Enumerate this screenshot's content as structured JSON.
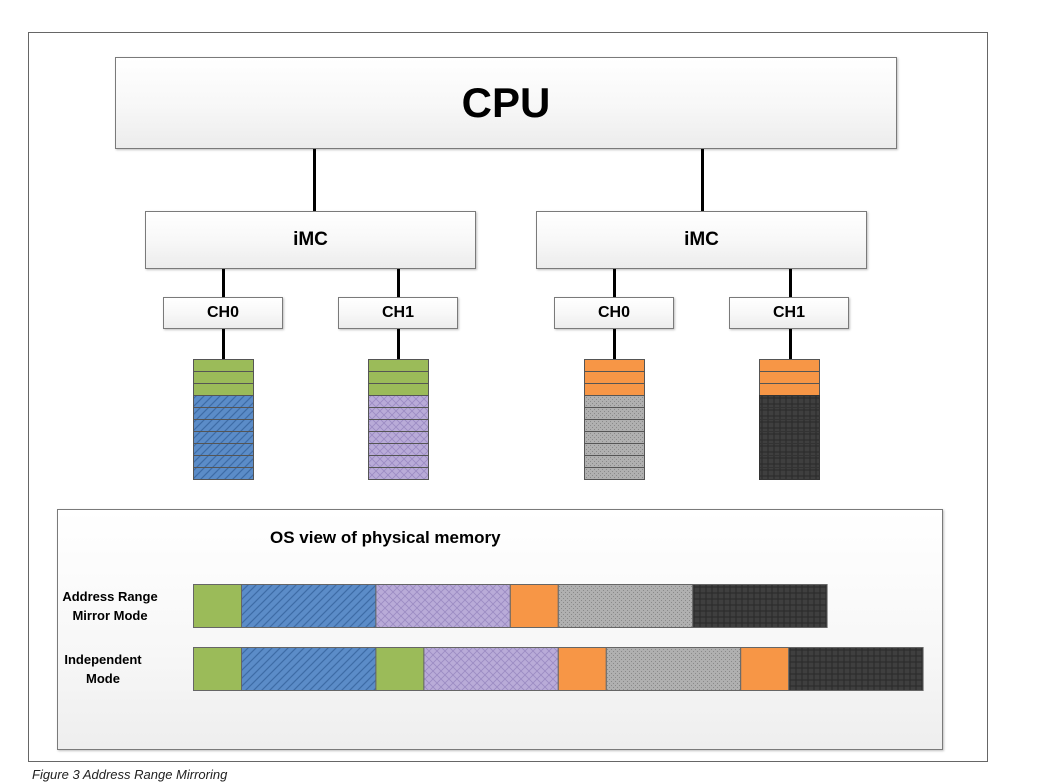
{
  "cpu": {
    "label": "CPU"
  },
  "controllers": [
    {
      "label": "iMC",
      "channels": [
        {
          "label": "CH0",
          "stack": {
            "top_color": "#9bbb59",
            "top_slots": 3,
            "bottom": "blue",
            "bottom_slots": 7
          }
        },
        {
          "label": "CH1",
          "stack": {
            "top_color": "#9bbb59",
            "top_slots": 3,
            "bottom": "purple",
            "bottom_slots": 7
          }
        }
      ]
    },
    {
      "label": "iMC",
      "channels": [
        {
          "label": "CH0",
          "stack": {
            "top_color": "#f79646",
            "top_slots": 3,
            "bottom": "gray",
            "bottom_slots": 7
          }
        },
        {
          "label": "CH1",
          "stack": {
            "top_color": "#f79646",
            "top_slots": 3,
            "bottom": "dark",
            "bottom_slots": 7
          }
        }
      ]
    }
  ],
  "os_view": {
    "title": "OS view of physical memory",
    "rows": [
      {
        "label_line1": "Address Range",
        "label_line2": "Mirror Mode",
        "segments": [
          {
            "fill": "green",
            "units": 1
          },
          {
            "fill": "blue",
            "units": 2.8
          },
          {
            "fill": "purple",
            "units": 2.8
          },
          {
            "fill": "orange",
            "units": 1
          },
          {
            "fill": "gray",
            "units": 2.8
          },
          {
            "fill": "dark",
            "units": 2.8
          }
        ]
      },
      {
        "label_line1": "Independent",
        "label_line2": "Mode",
        "segments": [
          {
            "fill": "green",
            "units": 1
          },
          {
            "fill": "blue",
            "units": 2.8
          },
          {
            "fill": "green",
            "units": 1
          },
          {
            "fill": "purple",
            "units": 2.8
          },
          {
            "fill": "orange",
            "units": 1
          },
          {
            "fill": "gray",
            "units": 2.8
          },
          {
            "fill": "orange",
            "units": 1
          },
          {
            "fill": "dark",
            "units": 2.8
          }
        ]
      }
    ]
  },
  "palette": {
    "green": "#9bbb59",
    "orange": "#f79646",
    "blue": "#4f81bd",
    "purple": "#b4a7d6",
    "gray": "#a6a6a6",
    "dark": "#404040"
  },
  "caption": "Figure 3   Address Range Mirroring"
}
